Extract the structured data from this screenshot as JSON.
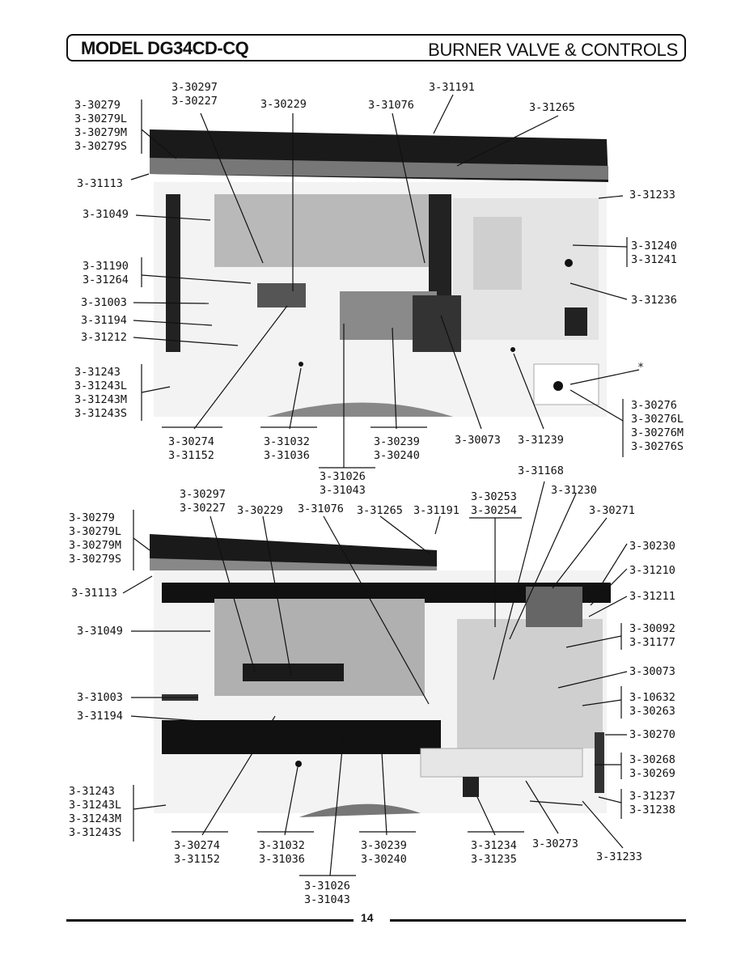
{
  "header": {
    "model": "MODEL DG34CD-CQ",
    "section": "BURNER VALVE & CONTROLS"
  },
  "page_number": "14",
  "top_diagram": {
    "callouts": [
      {
        "id": "t1",
        "lines": [
          "3-30279",
          "3-30279L",
          "3-30279M",
          "3-30279S"
        ]
      },
      {
        "id": "t2",
        "lines": [
          "3-30297",
          "3-30227"
        ]
      },
      {
        "id": "t3",
        "lines": [
          "3-30229"
        ]
      },
      {
        "id": "t4",
        "lines": [
          "3-31191"
        ]
      },
      {
        "id": "t5",
        "lines": [
          "3-31076"
        ]
      },
      {
        "id": "t6",
        "lines": [
          "3-31265"
        ]
      },
      {
        "id": "t7",
        "lines": [
          "3-31113"
        ]
      },
      {
        "id": "t8",
        "lines": [
          "3-31049"
        ]
      },
      {
        "id": "t9",
        "lines": [
          "3-31233"
        ]
      },
      {
        "id": "t10",
        "lines": [
          "3-31190",
          "3-31264"
        ]
      },
      {
        "id": "t11",
        "lines": [
          "3-31240",
          "3-31241"
        ]
      },
      {
        "id": "t12",
        "lines": [
          "3-31003"
        ]
      },
      {
        "id": "t13",
        "lines": [
          "3-31194"
        ]
      },
      {
        "id": "t14",
        "lines": [
          "3-31236"
        ]
      },
      {
        "id": "t15",
        "lines": [
          "3-31212"
        ]
      },
      {
        "id": "t16",
        "lines": [
          "3-31243",
          "3-31243L",
          "3-31243M",
          "3-31243S"
        ]
      },
      {
        "id": "t17",
        "lines": [
          "*"
        ]
      },
      {
        "id": "t18",
        "lines": [
          "3-30276",
          "3-30276L",
          "3-30276M",
          "3-30276S"
        ]
      },
      {
        "id": "t19",
        "lines": [
          "3-30274",
          "3-31152"
        ]
      },
      {
        "id": "t20",
        "lines": [
          "3-31032",
          "3-31036"
        ]
      },
      {
        "id": "t21",
        "lines": [
          "3-30239",
          "3-30240"
        ]
      },
      {
        "id": "t22",
        "lines": [
          "3-30073"
        ]
      },
      {
        "id": "t23",
        "lines": [
          "3-31239"
        ]
      },
      {
        "id": "t24",
        "lines": [
          "3-31026",
          "3-31043"
        ]
      }
    ]
  },
  "bottom_diagram": {
    "callouts": [
      {
        "id": "b1",
        "lines": [
          "3-31168"
        ]
      },
      {
        "id": "b2",
        "lines": [
          "3-30297",
          "3-30227"
        ]
      },
      {
        "id": "b3",
        "lines": [
          "3-30253",
          "3-30254"
        ]
      },
      {
        "id": "b4",
        "lines": [
          "3-31230"
        ]
      },
      {
        "id": "b5",
        "lines": [
          "3-30229"
        ]
      },
      {
        "id": "b6",
        "lines": [
          "3-31076"
        ]
      },
      {
        "id": "b7",
        "lines": [
          "3-31265"
        ]
      },
      {
        "id": "b8",
        "lines": [
          "3-31191"
        ]
      },
      {
        "id": "b9",
        "lines": [
          "3-30271"
        ]
      },
      {
        "id": "b10",
        "lines": [
          "3-30279",
          "3-30279L",
          "3-30279M",
          "3-30279S"
        ]
      },
      {
        "id": "b11",
        "lines": [
          "3-30230"
        ]
      },
      {
        "id": "b12",
        "lines": [
          "3-31210"
        ]
      },
      {
        "id": "b13",
        "lines": [
          "3-31113"
        ]
      },
      {
        "id": "b14",
        "lines": [
          "3-31211"
        ]
      },
      {
        "id": "b15",
        "lines": [
          "3-31049"
        ]
      },
      {
        "id": "b16",
        "lines": [
          "3-30092",
          "3-31177"
        ]
      },
      {
        "id": "b17",
        "lines": [
          "3-30073"
        ]
      },
      {
        "id": "b18",
        "lines": [
          "3-31003"
        ]
      },
      {
        "id": "b19",
        "lines": [
          "3-10632",
          "3-30263"
        ]
      },
      {
        "id": "b20",
        "lines": [
          "3-31194"
        ]
      },
      {
        "id": "b21",
        "lines": [
          "3-30270"
        ]
      },
      {
        "id": "b22",
        "lines": [
          "3-30268",
          "3-30269"
        ]
      },
      {
        "id": "b23",
        "lines": [
          "3-31243",
          "3-31243L",
          "3-31243M",
          "3-31243S"
        ]
      },
      {
        "id": "b24",
        "lines": [
          "3-31237",
          "3-31238"
        ]
      },
      {
        "id": "b25",
        "lines": [
          "3-30274",
          "3-31152"
        ]
      },
      {
        "id": "b26",
        "lines": [
          "3-31032",
          "3-31036"
        ]
      },
      {
        "id": "b27",
        "lines": [
          "3-30239",
          "3-30240"
        ]
      },
      {
        "id": "b28",
        "lines": [
          "3-31234",
          "3-31235"
        ]
      },
      {
        "id": "b29",
        "lines": [
          "3-30273"
        ]
      },
      {
        "id": "b30",
        "lines": [
          "3-31233"
        ]
      },
      {
        "id": "b31",
        "lines": [
          "3-31026",
          "3-31043"
        ]
      }
    ]
  }
}
